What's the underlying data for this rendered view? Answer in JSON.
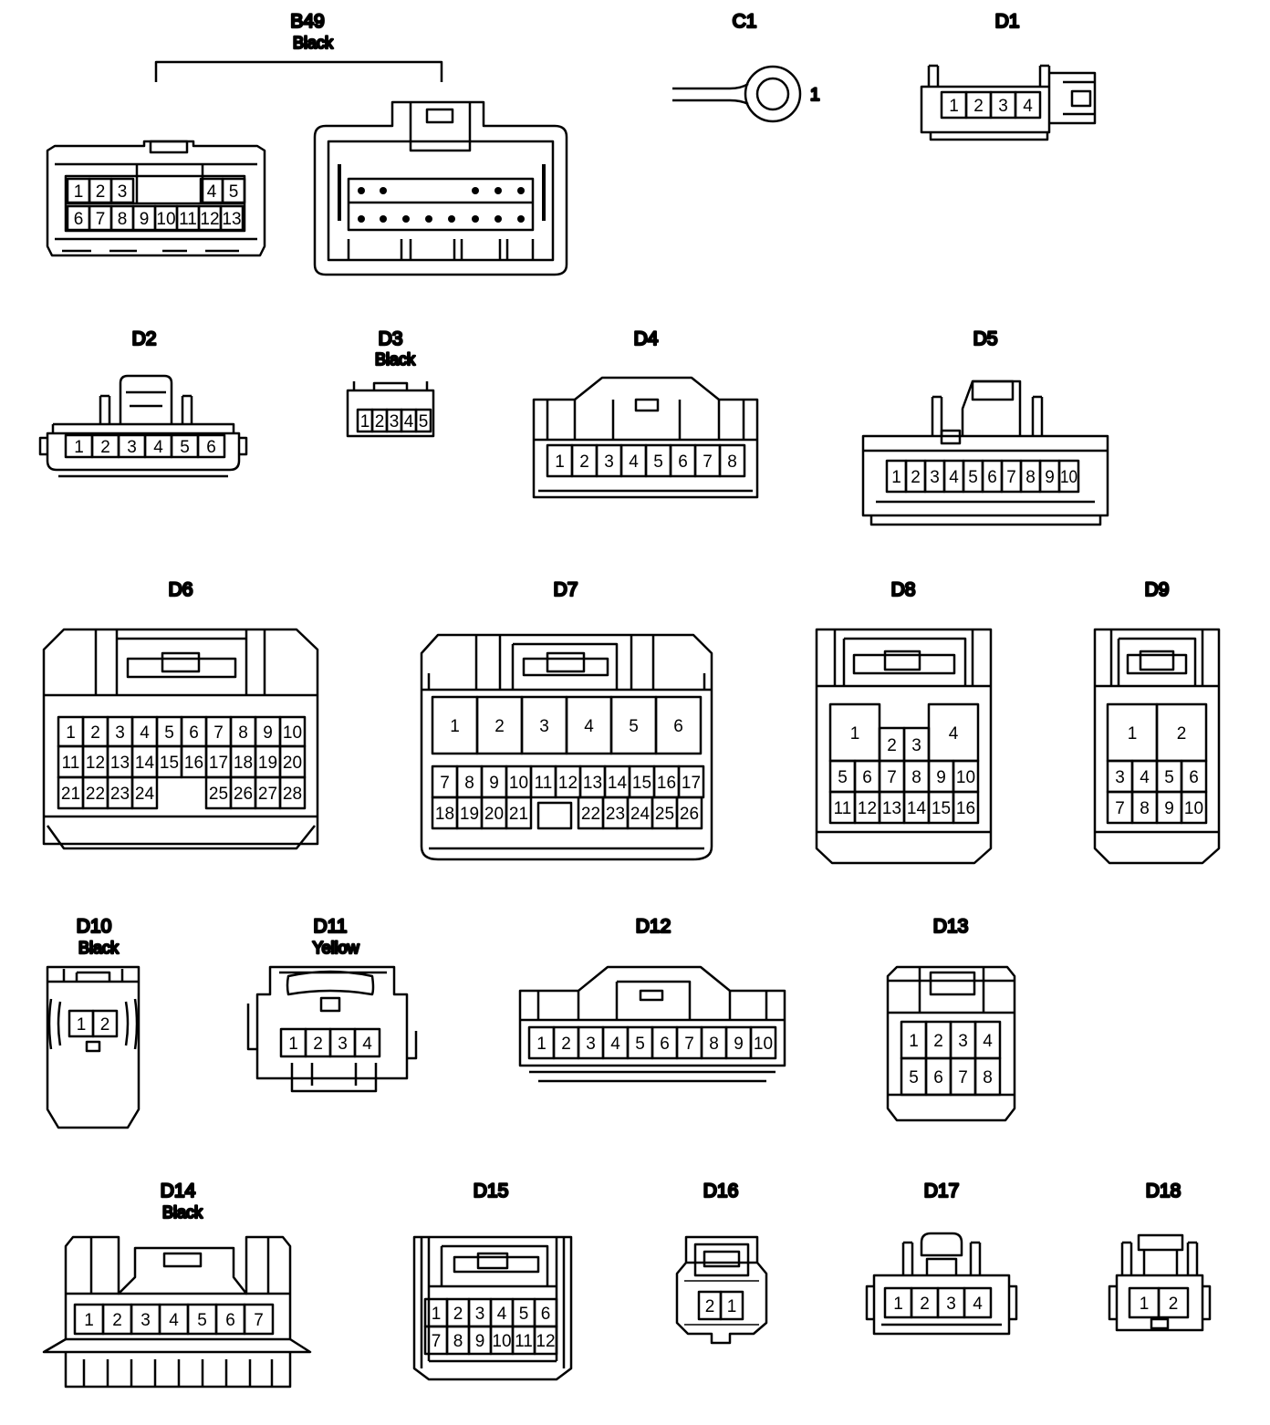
{
  "connectors": {
    "b49": {
      "label": "B49",
      "color": "Black",
      "pins": [
        "1",
        "2",
        "3",
        "4",
        "5",
        "6",
        "7",
        "8",
        "9",
        "10",
        "11",
        "12",
        "13"
      ]
    },
    "c1": {
      "label": "C1",
      "pin": "1"
    },
    "d1": {
      "label": "D1",
      "pins": [
        "1",
        "2",
        "3",
        "4"
      ]
    },
    "d2": {
      "label": "D2",
      "pins": [
        "1",
        "2",
        "3",
        "4",
        "5",
        "6"
      ]
    },
    "d3": {
      "label": "D3",
      "color": "Black",
      "pins": [
        "1",
        "2",
        "3",
        "4",
        "5"
      ]
    },
    "d4": {
      "label": "D4",
      "pins": [
        "1",
        "2",
        "3",
        "4",
        "5",
        "6",
        "7",
        "8"
      ]
    },
    "d5": {
      "label": "D5",
      "pins": [
        "1",
        "2",
        "3",
        "4",
        "5",
        "6",
        "7",
        "8",
        "9",
        "10"
      ]
    },
    "d6": {
      "label": "D6",
      "pins": [
        "1",
        "2",
        "3",
        "4",
        "5",
        "6",
        "7",
        "8",
        "9",
        "10",
        "11",
        "12",
        "13",
        "14",
        "15",
        "16",
        "17",
        "18",
        "19",
        "20",
        "21",
        "22",
        "23",
        "24",
        "25",
        "26",
        "27",
        "28"
      ]
    },
    "d7": {
      "label": "D7",
      "pins": [
        "1",
        "2",
        "3",
        "4",
        "5",
        "6",
        "7",
        "8",
        "9",
        "10",
        "11",
        "12",
        "13",
        "14",
        "15",
        "16",
        "17",
        "18",
        "19",
        "20",
        "21",
        "22",
        "23",
        "24",
        "25",
        "26"
      ]
    },
    "d8": {
      "label": "D8",
      "pins": [
        "1",
        "2",
        "3",
        "4",
        "5",
        "6",
        "7",
        "8",
        "9",
        "10",
        "11",
        "12",
        "13",
        "14",
        "15",
        "16"
      ]
    },
    "d9": {
      "label": "D9",
      "pins": [
        "1",
        "2",
        "3",
        "4",
        "5",
        "6",
        "7",
        "8",
        "9",
        "10"
      ]
    },
    "d10": {
      "label": "D10",
      "color": "Black",
      "pins": [
        "1",
        "2"
      ]
    },
    "d11": {
      "label": "D11",
      "color": "Yellow",
      "pins": [
        "1",
        "2",
        "3",
        "4"
      ]
    },
    "d12": {
      "label": "D12",
      "pins": [
        "1",
        "2",
        "3",
        "4",
        "5",
        "6",
        "7",
        "8",
        "9",
        "10"
      ]
    },
    "d13": {
      "label": "D13",
      "pins": [
        "1",
        "2",
        "3",
        "4",
        "5",
        "6",
        "7",
        "8"
      ]
    },
    "d14": {
      "label": "D14",
      "color": "Black",
      "pins": [
        "1",
        "2",
        "3",
        "4",
        "5",
        "6",
        "7"
      ]
    },
    "d15": {
      "label": "D15",
      "pins": [
        "1",
        "2",
        "3",
        "4",
        "5",
        "6",
        "7",
        "8",
        "9",
        "10",
        "11",
        "12"
      ]
    },
    "d16": {
      "label": "D16",
      "pins": [
        "2",
        "1"
      ]
    },
    "d17": {
      "label": "D17",
      "pins": [
        "1",
        "2",
        "3",
        "4"
      ]
    },
    "d18": {
      "label": "D18",
      "pins": [
        "1",
        "2"
      ]
    }
  }
}
